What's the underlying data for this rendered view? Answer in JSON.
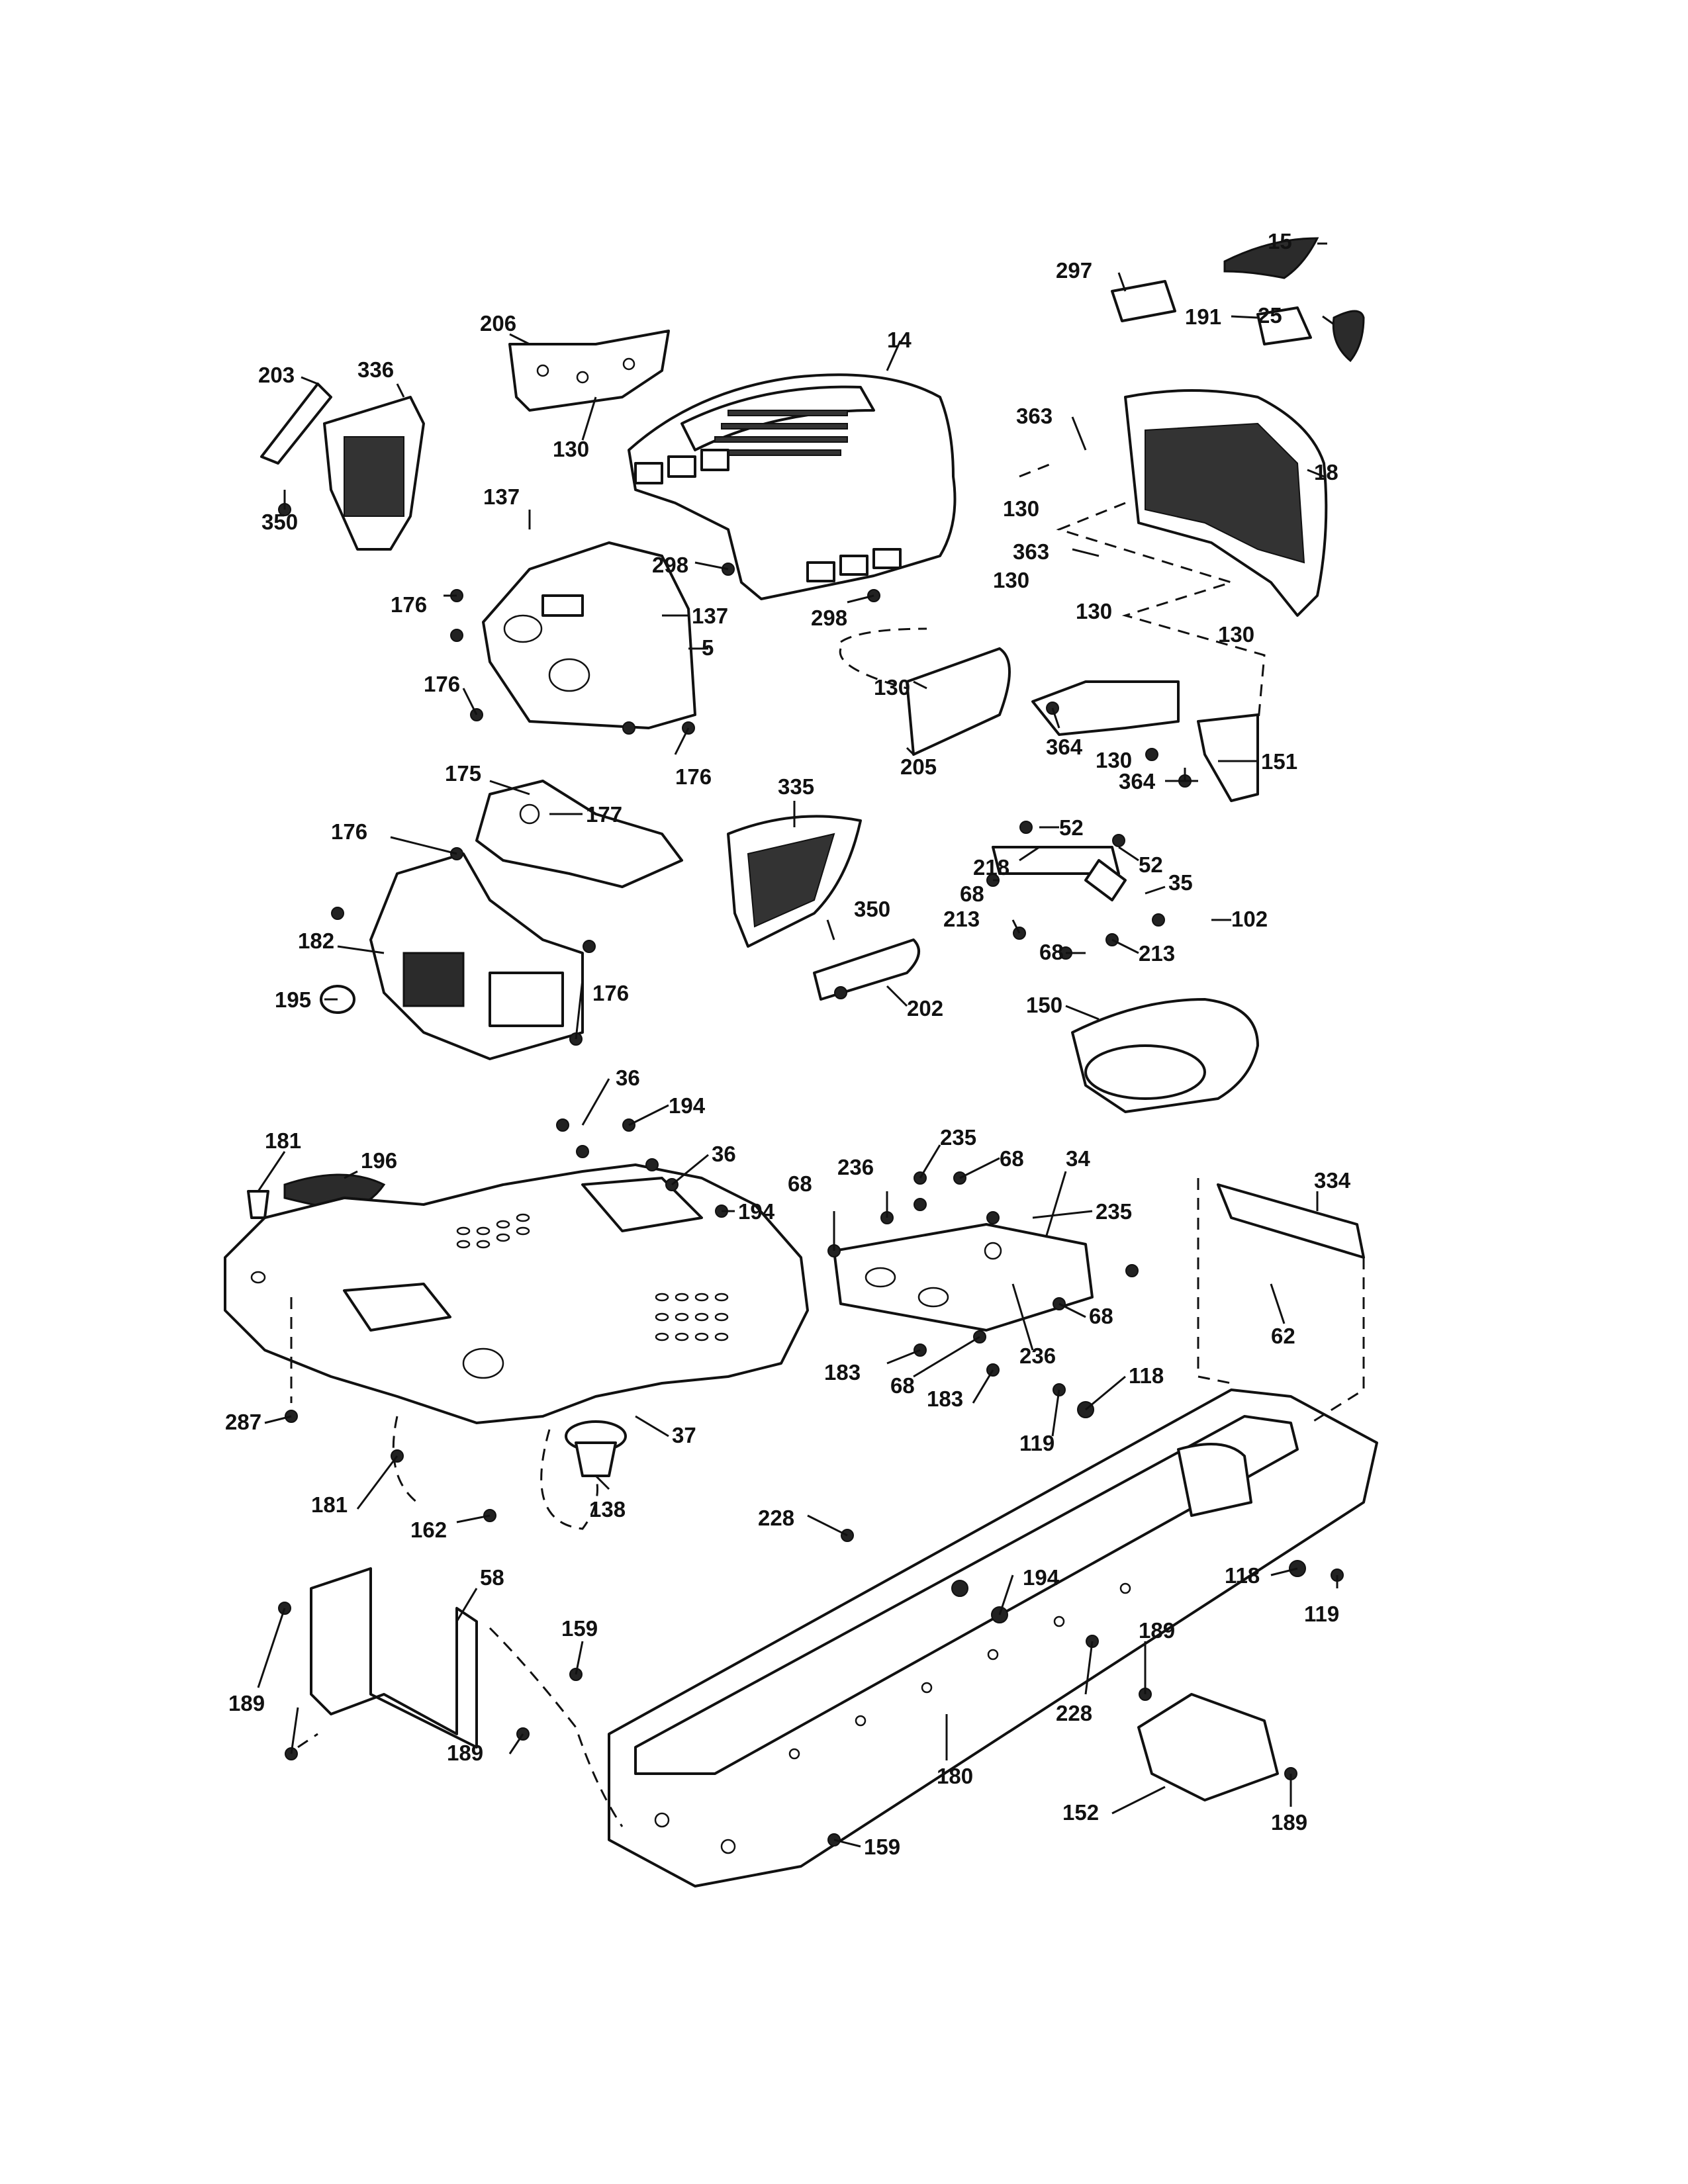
{
  "callouts": [
    {
      "id": "c15",
      "text": "15"
    },
    {
      "id": "c297",
      "text": "297"
    },
    {
      "id": "c25",
      "text": "25"
    },
    {
      "id": "c191",
      "text": "191"
    },
    {
      "id": "c206",
      "text": "206"
    },
    {
      "id": "c14",
      "text": "14"
    },
    {
      "id": "c203",
      "text": "203"
    },
    {
      "id": "c336",
      "text": "336"
    },
    {
      "id": "c363a",
      "text": "363"
    },
    {
      "id": "c130a",
      "text": "130"
    },
    {
      "id": "c18",
      "text": "18"
    },
    {
      "id": "c130b",
      "text": "130"
    },
    {
      "id": "c350a",
      "text": "350"
    },
    {
      "id": "c137a",
      "text": "137"
    },
    {
      "id": "c298a",
      "text": "298"
    },
    {
      "id": "c363b",
      "text": "363"
    },
    {
      "id": "c130c",
      "text": "130"
    },
    {
      "id": "c130d",
      "text": "130"
    },
    {
      "id": "c130e",
      "text": "130"
    },
    {
      "id": "c176a",
      "text": "176"
    },
    {
      "id": "c137b",
      "text": "137"
    },
    {
      "id": "c298b",
      "text": "298"
    },
    {
      "id": "c5",
      "text": "5"
    },
    {
      "id": "c130f",
      "text": "130"
    },
    {
      "id": "c176b",
      "text": "176"
    },
    {
      "id": "c364a",
      "text": "364"
    },
    {
      "id": "c130g",
      "text": "130"
    },
    {
      "id": "c151",
      "text": "151"
    },
    {
      "id": "c176c",
      "text": "176"
    },
    {
      "id": "c205",
      "text": "205"
    },
    {
      "id": "c364b",
      "text": "364"
    },
    {
      "id": "c175",
      "text": "175"
    },
    {
      "id": "c177",
      "text": "177"
    },
    {
      "id": "c335",
      "text": "335"
    },
    {
      "id": "c52a",
      "text": "52"
    },
    {
      "id": "c176d",
      "text": "176"
    },
    {
      "id": "c218",
      "text": "218"
    },
    {
      "id": "c52b",
      "text": "52"
    },
    {
      "id": "c68a",
      "text": "68"
    },
    {
      "id": "c35",
      "text": "35"
    },
    {
      "id": "c350b",
      "text": "350"
    },
    {
      "id": "c213a",
      "text": "213"
    },
    {
      "id": "c102",
      "text": "102"
    },
    {
      "id": "c182",
      "text": "182"
    },
    {
      "id": "c68b",
      "text": "68"
    },
    {
      "id": "c213b",
      "text": "213"
    },
    {
      "id": "c176e",
      "text": "176"
    },
    {
      "id": "c195",
      "text": "195"
    },
    {
      "id": "c202",
      "text": "202"
    },
    {
      "id": "c150",
      "text": "150"
    },
    {
      "id": "c36a",
      "text": "36"
    },
    {
      "id": "c194a",
      "text": "194"
    },
    {
      "id": "c181a",
      "text": "181"
    },
    {
      "id": "c235a",
      "text": "235"
    },
    {
      "id": "c196",
      "text": "196"
    },
    {
      "id": "c36b",
      "text": "36"
    },
    {
      "id": "c68c",
      "text": "68"
    },
    {
      "id": "c34",
      "text": "34"
    },
    {
      "id": "c236a",
      "text": "236"
    },
    {
      "id": "c334",
      "text": "334"
    },
    {
      "id": "c68d",
      "text": "68"
    },
    {
      "id": "c194b",
      "text": "194"
    },
    {
      "id": "c235b",
      "text": "235"
    },
    {
      "id": "c68e",
      "text": "68"
    },
    {
      "id": "c62",
      "text": "62"
    },
    {
      "id": "c236b",
      "text": "236"
    },
    {
      "id": "c183a",
      "text": "183"
    },
    {
      "id": "c68f",
      "text": "68"
    },
    {
      "id": "c183b",
      "text": "183"
    },
    {
      "id": "c118a",
      "text": "118"
    },
    {
      "id": "c287",
      "text": "287"
    },
    {
      "id": "c37",
      "text": "37"
    },
    {
      "id": "c119a",
      "text": "119"
    },
    {
      "id": "c181b",
      "text": "181"
    },
    {
      "id": "c138",
      "text": "138"
    },
    {
      "id": "c162",
      "text": "162"
    },
    {
      "id": "c228a",
      "text": "228"
    },
    {
      "id": "c118b",
      "text": "118"
    },
    {
      "id": "c194c",
      "text": "194"
    },
    {
      "id": "c119b",
      "text": "119"
    },
    {
      "id": "c58",
      "text": "58"
    },
    {
      "id": "c189a",
      "text": "189"
    },
    {
      "id": "c159a",
      "text": "159"
    },
    {
      "id": "c189b",
      "text": "189"
    },
    {
      "id": "c228b",
      "text": "228"
    },
    {
      "id": "c189c",
      "text": "189"
    },
    {
      "id": "c180",
      "text": "180"
    },
    {
      "id": "c152",
      "text": "152"
    },
    {
      "id": "c189d",
      "text": "189"
    },
    {
      "id": "c159b",
      "text": "159"
    }
  ]
}
